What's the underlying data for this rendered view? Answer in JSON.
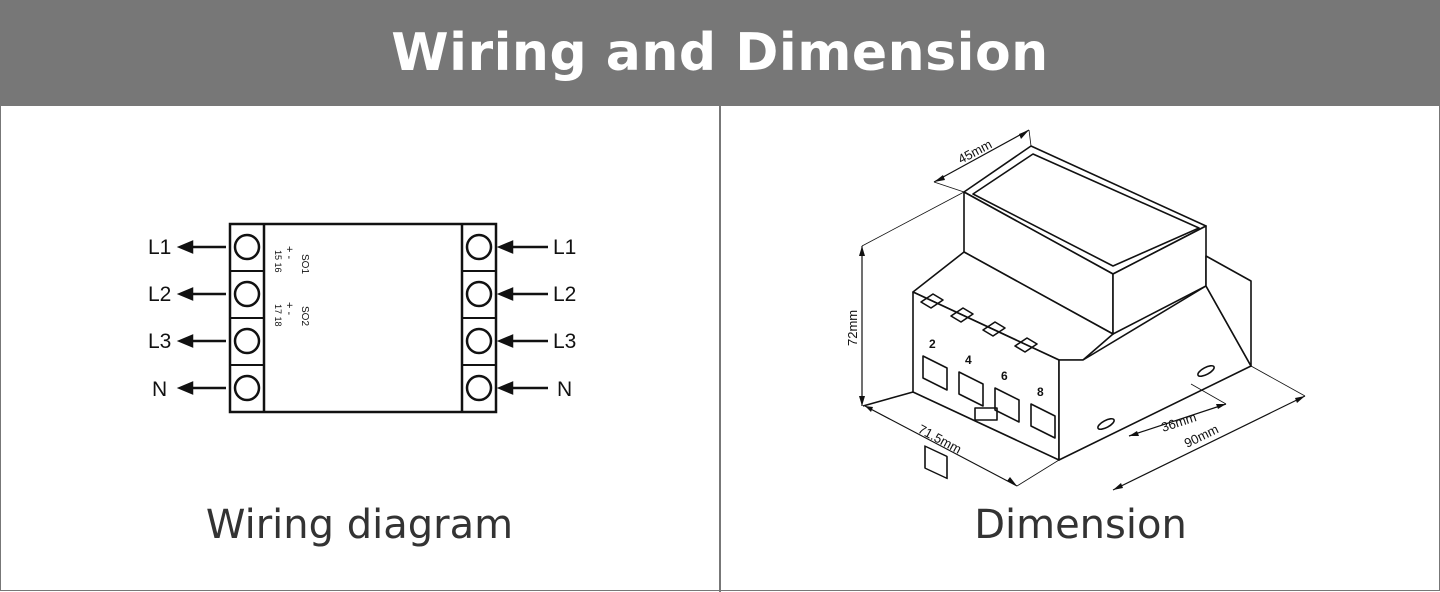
{
  "header": {
    "title": "Wiring and Dimension"
  },
  "wiring": {
    "caption": "Wiring diagram",
    "left_terminals": [
      "L1",
      "L2",
      "L3",
      "N"
    ],
    "right_terminals": [
      "L1",
      "L2",
      "L3",
      "N"
    ],
    "pulse_outputs": [
      {
        "name": "SO1",
        "pins": "15 16"
      },
      {
        "name": "SO2",
        "pins": "17 18"
      }
    ]
  },
  "dimension": {
    "caption": "Dimension",
    "width_top": "45mm",
    "height": "72mm",
    "depth": "71.5mm",
    "length": "90mm",
    "rail_spacing": "36mm",
    "terminal_numbers": [
      "2",
      "4",
      "6",
      "8"
    ]
  },
  "colors": {
    "header_bg": "#777777",
    "header_text": "#ffffff",
    "line": "#111111"
  }
}
